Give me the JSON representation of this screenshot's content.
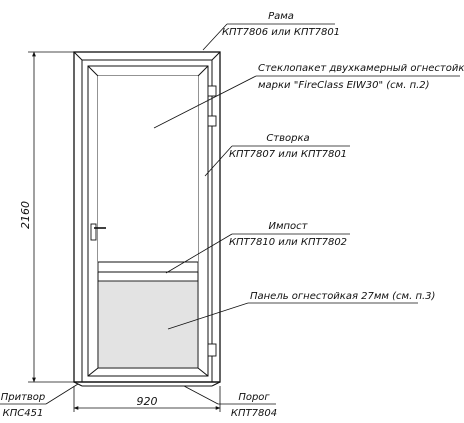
{
  "callouts": {
    "frame": {
      "title": "Рама",
      "detail": "КПТ7806  или  КПТ7801"
    },
    "glazing": {
      "title": "Стеклопакет  двухкамерный  огнестойкий",
      "detail": "марки \"FireClass EIW30\"  (см. п.2)"
    },
    "sash": {
      "title": "Створка",
      "detail": "КПТ7807  или  КПТ7801"
    },
    "transom": {
      "title": "Импост",
      "detail": "КПТ7810  или  КПТ7802"
    },
    "panel": {
      "title": "Панель огнестойкая 27мм (см. п.3)"
    },
    "stop": {
      "title": "Притвор",
      "detail": "КПС451"
    },
    "threshold": {
      "title": "Порог",
      "detail": "КПТ7804"
    }
  },
  "dimensions": {
    "height": "2160",
    "width": "920"
  },
  "colors": {
    "line": "#111111",
    "panel_fill": "#e3e3e3",
    "background": "#ffffff"
  }
}
